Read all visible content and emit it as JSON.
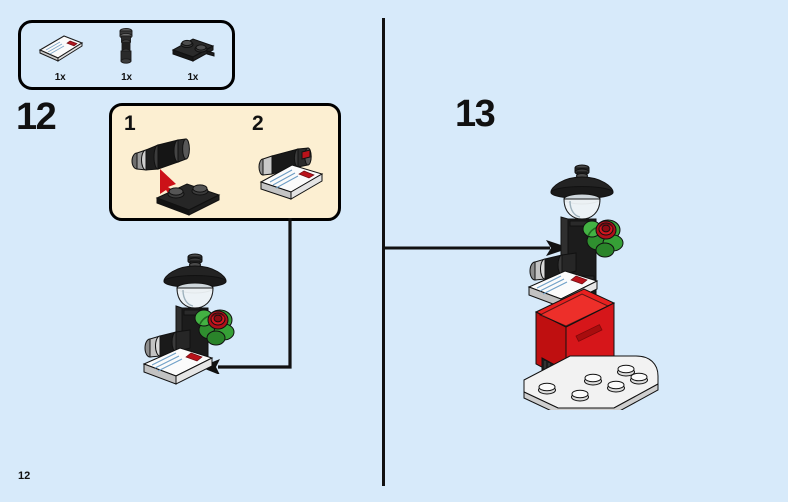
{
  "document": {
    "type": "lego-instruction-page",
    "page_number": "12",
    "background_color": "#d7eafa"
  },
  "parts_box": {
    "name": "parts-inventory",
    "border_color": "#000000",
    "parts": [
      {
        "icon": "envelope-tile-icon",
        "label": "1x",
        "description": "white tile with envelope print"
      },
      {
        "icon": "lamp-post-icon",
        "label": "1x",
        "description": "black lamp post / bar holder"
      },
      {
        "icon": "black-plate-icon",
        "label": "1x",
        "description": "black plate with clips"
      }
    ]
  },
  "steps": [
    {
      "number": "12",
      "substeps": [
        {
          "label": "1",
          "icon": "telescope-assembly-icon"
        },
        {
          "label": "2",
          "icon": "envelope-on-binoculars-icon"
        }
      ],
      "model": {
        "name": "mailbox-lamp-sub-assembly",
        "colors": {
          "lamp": "#262626",
          "leaves": "#3ba23b",
          "rose": "#c1121c",
          "envelope": "#f2f2f2"
        }
      }
    },
    {
      "number": "13",
      "model": {
        "name": "mailbox-full-assembly",
        "colors": {
          "mailbox": "#d01317",
          "base": "#f0f0f0",
          "lamp": "#262626",
          "leaves": "#3ba23b",
          "rose": "#c1121c"
        }
      }
    }
  ],
  "connectors": [
    {
      "name": "substep-to-model-connector",
      "direction": "down-then-left"
    },
    {
      "name": "step12-to-step13-arrow",
      "direction": "right"
    }
  ]
}
